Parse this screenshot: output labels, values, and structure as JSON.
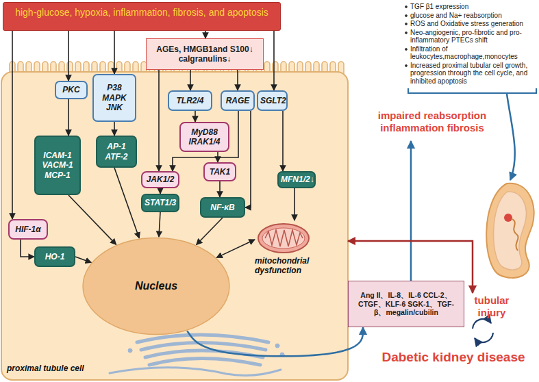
{
  "diagram": {
    "nodes": [
      {
        "text": [
          "high-glucose, hypoxia, inflammation, fibrosis, and apoptosis"
        ]
      },
      {
        "text": [
          "proximal tubule cell"
        ]
      },
      {
        "text": [
          "PKC"
        ],
        "in": 1
      },
      {
        "text": [
          "P38 MAPK JNK"
        ],
        "in": 1
      },
      {
        "text": [
          "AGEs, HMGB1and S100↓ calgranulins↓"
        ]
      },
      {
        "text": [
          "TLR2/4"
        ],
        "in": 1
      },
      {
        "text": [
          "RAGE"
        ],
        "in": 1
      },
      {
        "text": [
          "SGLT2"
        ],
        "in": 1
      },
      {
        "text": [
          "MyD88 IRAK1/4"
        ],
        "in": 1
      },
      {
        "text": [
          "ICAM-1 VACM-1 MCP-1"
        ],
        "in": 1
      },
      {
        "text": [
          "AP-1 ATF-2"
        ],
        "in": 1
      },
      {
        "text": [
          "TAK1"
        ],
        "in": 1
      },
      {
        "text": [
          "JAK1/2"
        ],
        "in": 1
      },
      {
        "text": [
          "MFN1/2↓"
        ],
        "in": 1
      },
      {
        "text": [
          "STAT1/3"
        ],
        "in": 1
      },
      {
        "text": [
          "NF-κB"
        ],
        "in": 1
      },
      {
        "text": [
          "HIF-1α"
        ],
        "in": 1
      },
      {
        "text": [
          "HO-1"
        ],
        "in": 1
      },
      {
        "text": [
          "mitochondrial dysfunction"
        ],
        "in": 1
      },
      {
        "text": [
          "Nucleus"
        ],
        "in": 1
      },
      {
        "text": [
          "Ang II、IL-8、IL-6 CCL-2、CTGF、KLF-6 SGK-1、TGF-β、megalin/cubilin"
        ]
      },
      {
        "text": [
          "impaired reabsorption inflammation fibrosis"
        ]
      },
      {
        "text": [
          "tubular injury"
        ]
      },
      {
        "text": [
          "Dabetic kidney disease"
        ]
      }
    ],
    "edges": [
      {
        "from": 0,
        "to": 2,
        "arrow": "to"
      },
      {
        "from": 0,
        "to": 3,
        "arrow": "to"
      },
      {
        "from": 0,
        "to": 4,
        "arrow": "to"
      },
      {
        "from": 0,
        "to": 7,
        "arrow": "to"
      },
      {
        "from": 0,
        "to": 16,
        "arrow": "to"
      },
      {
        "from": 4,
        "to": 5,
        "arrow": "to"
      },
      {
        "from": 4,
        "to": 6,
        "arrow": "to"
      },
      {
        "from": 4,
        "to": 12,
        "arrow": "to"
      },
      {
        "from": 2,
        "to": 9,
        "arrow": "to"
      },
      {
        "from": 3,
        "to": 10,
        "arrow": "to"
      },
      {
        "from": 5,
        "to": 8,
        "arrow": "to"
      },
      {
        "from": 8,
        "to": 11,
        "arrow": "to"
      },
      {
        "from": 6,
        "to": 12,
        "arrow": "to"
      },
      {
        "from": 6,
        "to": 15,
        "arrow": "to"
      },
      {
        "from": 11,
        "to": 15,
        "arrow": "to"
      },
      {
        "from": 12,
        "to": 14,
        "arrow": "to"
      },
      {
        "from": 7,
        "to": 13,
        "arrow": "to"
      },
      {
        "from": 16,
        "to": 17,
        "arrow": "to"
      },
      {
        "from": 17,
        "to": 19,
        "arrow": "to"
      },
      {
        "from": 9,
        "to": 19,
        "arrow": "to"
      },
      {
        "from": 10,
        "to": 19,
        "arrow": "to"
      },
      {
        "from": 14,
        "to": 19,
        "arrow": "to"
      },
      {
        "from": 15,
        "to": 19,
        "arrow": "to"
      },
      {
        "from": 13,
        "to": 18,
        "arrow": "to"
      },
      {
        "from": 18,
        "to": 19,
        "arrow": "both"
      },
      {
        "from": 19,
        "to": 20,
        "arrow": "to"
      },
      {
        "from": 20,
        "to": 21,
        "arrow": "to"
      },
      {
        "from": 18,
        "to": 22,
        "arrow": "both"
      }
    ],
    "labels": [
      "TGF β1 expression",
      "glucose and Na+ reabsorption",
      "ROS and Oxidative stress generation",
      "Neo-angiogenic, pro-fibrotic and pro-inflammatory PTECs shift",
      "Infiltration of leukocytes,macrophage,monocytes",
      "Increased proximal tubular cell growth, progression through the cell cycle, and inhibited apoptosis"
    ]
  }
}
